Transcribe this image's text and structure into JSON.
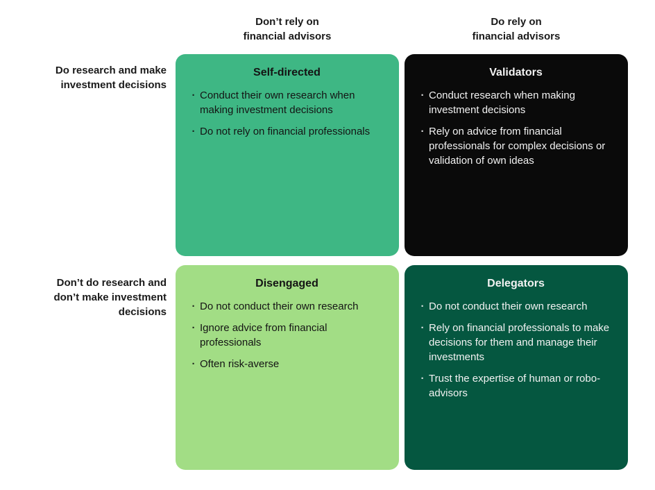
{
  "column_headers": [
    {
      "label": "Don’t rely on\nfinancial advisors"
    },
    {
      "label": "Do rely on\nfinancial advisors"
    }
  ],
  "row_headers": [
    {
      "label": "Do research and make\ninvestment decisions"
    },
    {
      "label": "Don’t do research and\ndon’t make investment\ndecisions"
    }
  ],
  "bullet_glyph": "·",
  "quadrants": [
    {
      "id": "self-directed",
      "title": "Self-directed",
      "bullets": [
        "Conduct their own research when making investment decisions",
        "Do not rely on financial professionals"
      ],
      "bg_color": "#3EB784",
      "text_color": "#141414"
    },
    {
      "id": "validators",
      "title": "Validators",
      "bullets": [
        "Conduct research when making investment decisions",
        "Rely on advice from financial professionals for complex decisions or validation of own ideas"
      ],
      "bg_color": "#0A0A0A",
      "text_color": "#F2F2F2"
    },
    {
      "id": "disengaged",
      "title": "Disengaged",
      "bullets": [
        "Do not conduct their own research",
        "Ignore advice from financial professionals",
        "Often risk-averse"
      ],
      "bg_color": "#A2DD85",
      "text_color": "#141414"
    },
    {
      "id": "delegators",
      "title": "Delegators",
      "bullets": [
        "Do not conduct their own research",
        "Rely on financial professionals to make decisions for them and manage their investments",
        "Trust the expertise of human or robo-advisors"
      ],
      "bg_color": "#055740",
      "text_color": "#F2F2F2"
    }
  ]
}
